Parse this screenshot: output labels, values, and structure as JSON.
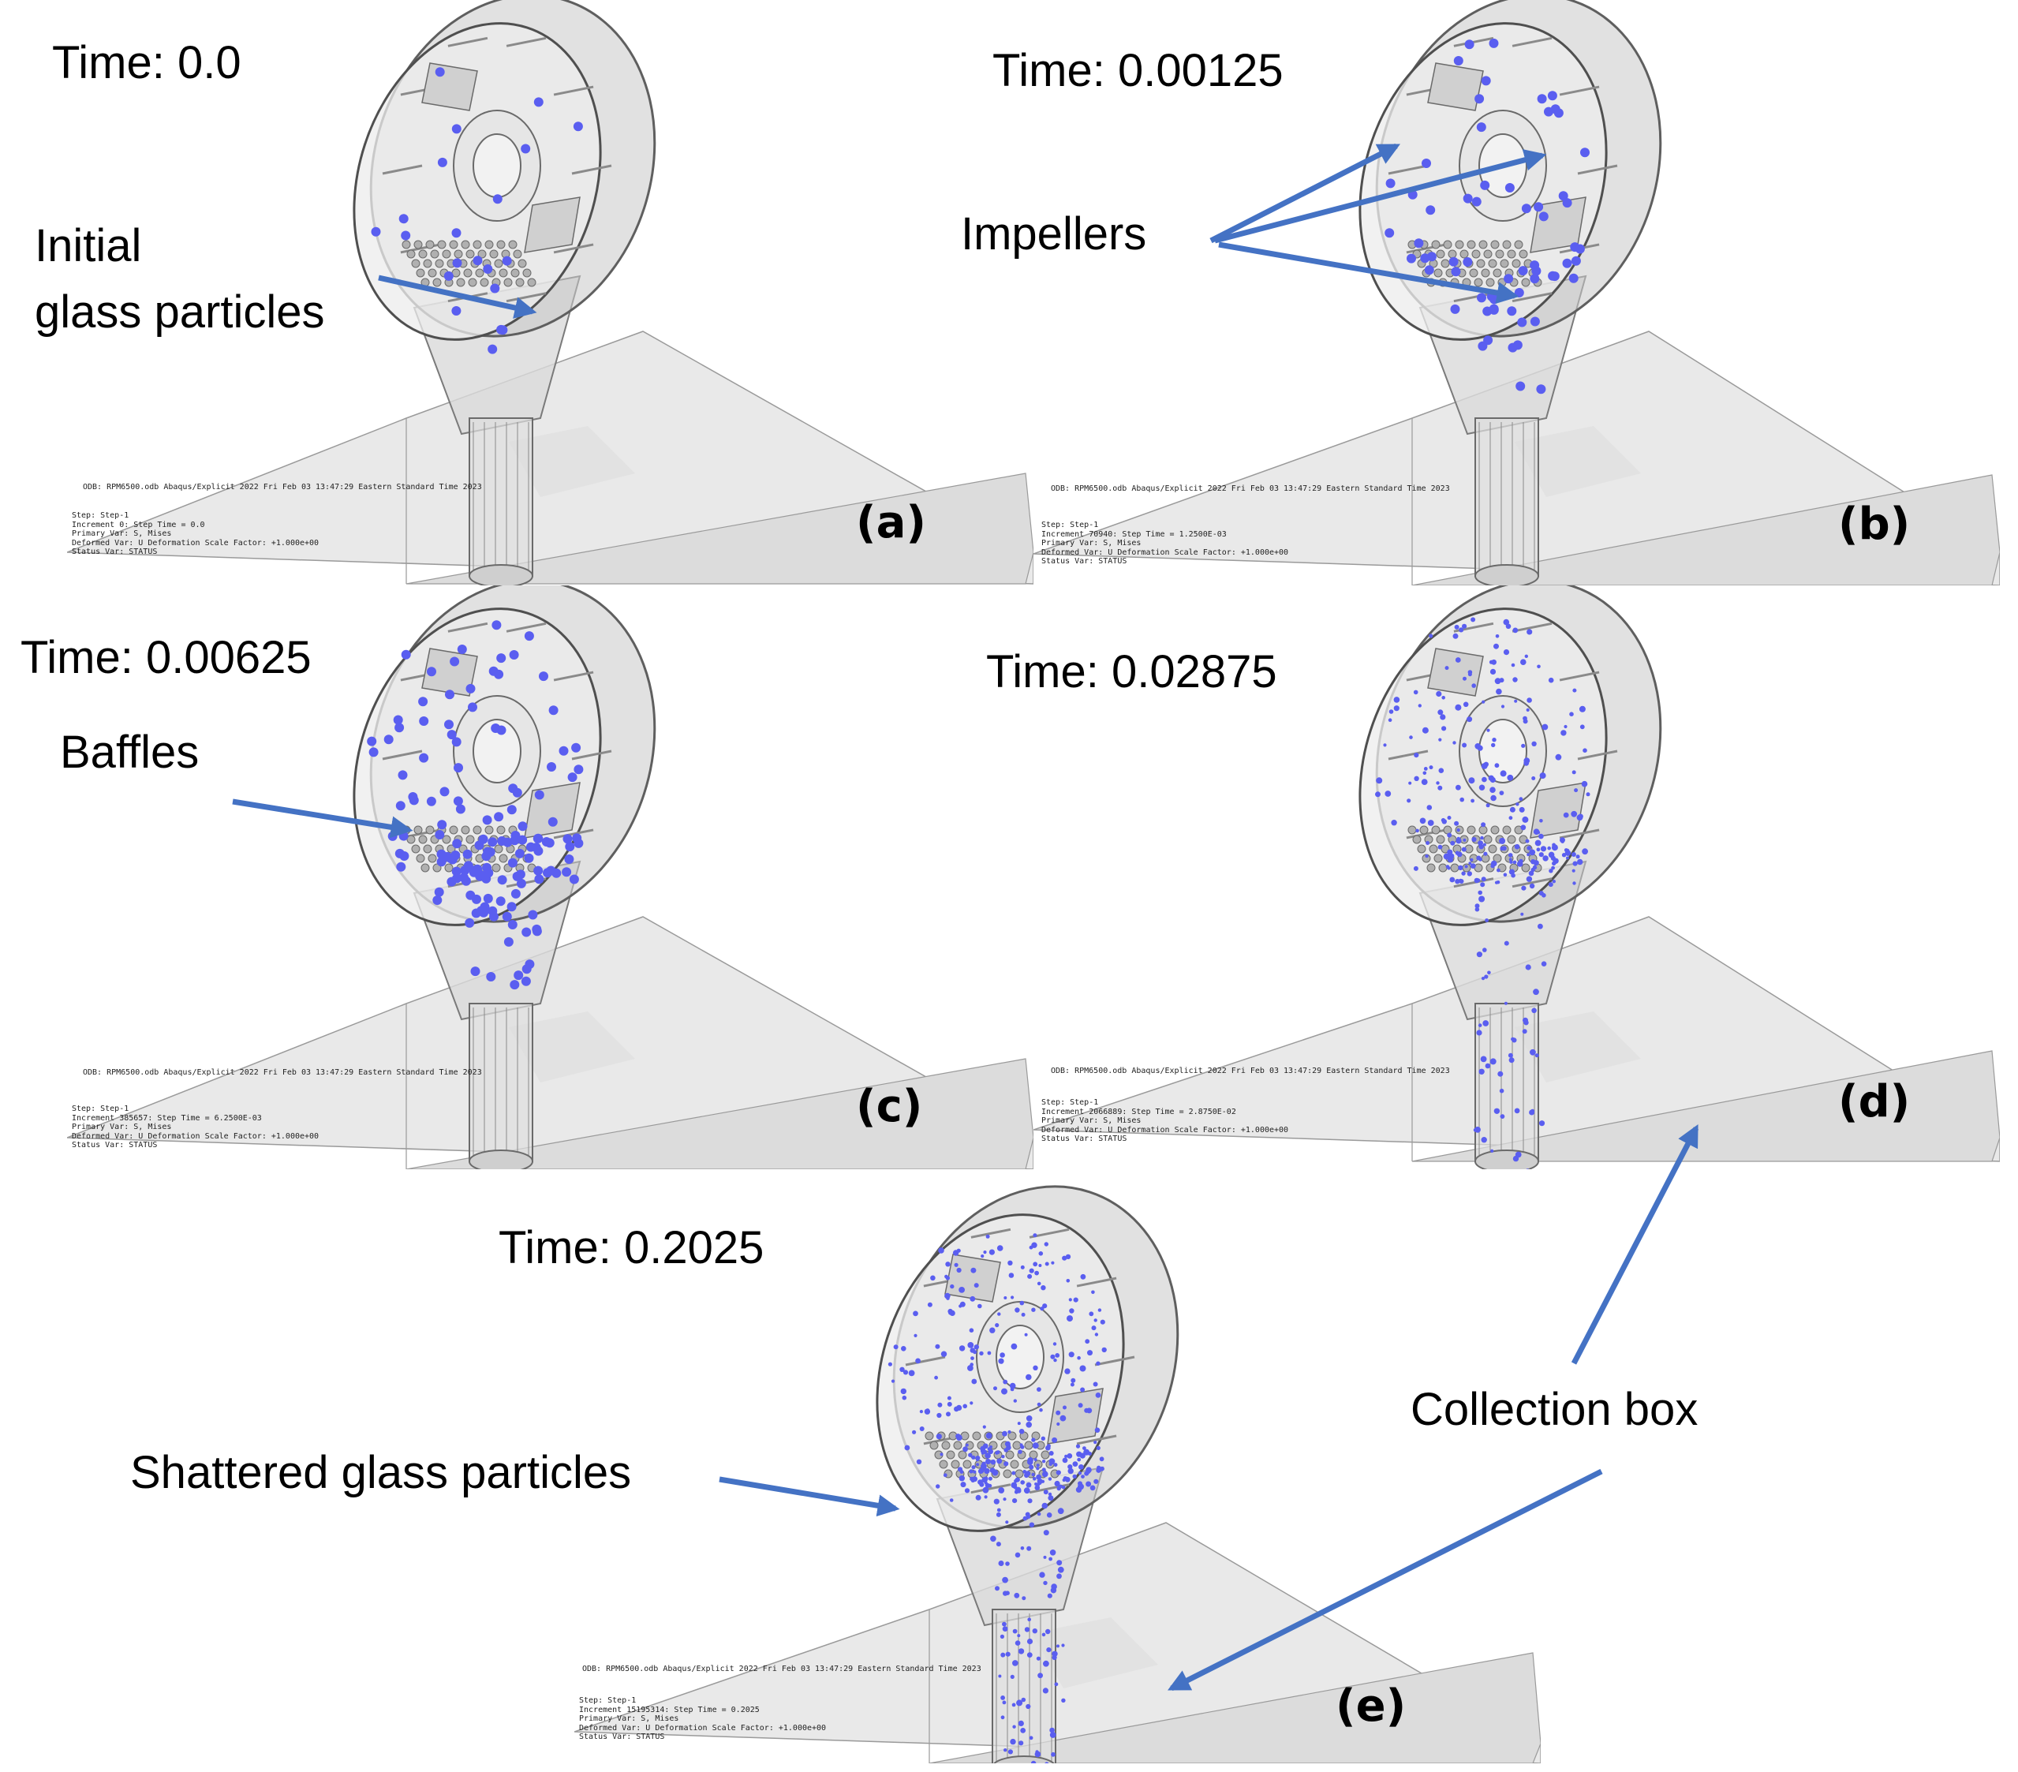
{
  "panels": [
    {
      "time": "Time: 0.0",
      "label": "(a)",
      "odb": "ODB: RPM6500.odb    Abaqus/Explicit 2022    Fri Feb 03 13:47:29 Eastern Standard Time 2023",
      "info": [
        "Step: Step-1",
        "Increment      0: Step Time = 0.0",
        "Primary Var: S, Mises",
        "Deformed Var: U   Deformation Scale Factor: +1.000e+00",
        "Status Var: STATUS"
      ]
    },
    {
      "time": "Time: 0.00125",
      "label": "(b)",
      "odb": "ODB: RPM6500.odb    Abaqus/Explicit 2022    Fri Feb 03 13:47:29 Eastern Standard Time 2023",
      "info": [
        "Step: Step-1",
        "Increment    70940: Step Time = 1.2500E-03",
        "Primary Var: S, Mises",
        "Deformed Var: U   Deformation Scale Factor: +1.000e+00",
        "Status Var: STATUS"
      ]
    },
    {
      "time": "Time: 0.00625",
      "label": "(c)",
      "odb": "ODB: RPM6500.odb    Abaqus/Explicit 2022    Fri Feb 03 13:47:29 Eastern Standard Time 2023",
      "info": [
        "Step: Step-1",
        "Increment   385657: Step Time = 6.2500E-03",
        "Primary Var: S, Mises",
        "Deformed Var: U   Deformation Scale Factor: +1.000e+00",
        "Status Var: STATUS"
      ]
    },
    {
      "time": "Time: 0.02875",
      "label": "(d)",
      "odb": "ODB: RPM6500.odb    Abaqus/Explicit 2022    Fri Feb 03 13:47:29 Eastern Standard Time 2023",
      "info": [
        "Step: Step-1",
        "Increment  2066889: Step Time = 2.8750E-02",
        "Primary Var: S, Mises",
        "Deformed Var: U   Deformation Scale Factor: +1.000e+00",
        "Status Var: STATUS"
      ]
    },
    {
      "time": "Time: 0.2025",
      "label": "(e)",
      "odb": "ODB: RPM6500.odb    Abaqus/Explicit 2022    Fri Feb 03 13:47:29 Eastern Standard Time 2023",
      "info": [
        "Step: Step-1",
        "Increment 15195314: Step Time = 0.2025",
        "Primary Var: S, Mises",
        "Deformed Var: U   Deformation Scale Factor: +1.000e+00",
        "Status Var: STATUS"
      ]
    }
  ],
  "annotations": {
    "initial_line1": "Initial",
    "initial_line2": "glass particles",
    "impellers": "Impellers",
    "baffles": "Baffles",
    "collection_box": "Collection box",
    "shattered": "Shattered glass particles"
  },
  "colors": {
    "particle": "#5a5ef0",
    "arrow": "#4472c4",
    "box_top": "#e9e9e9",
    "box_front": "#d3d3d3",
    "box_side": "#dcdcdc",
    "housing": "#c8c8c8"
  },
  "particle_levels": [
    0.05,
    0.15,
    0.35,
    0.7,
    1.0
  ]
}
